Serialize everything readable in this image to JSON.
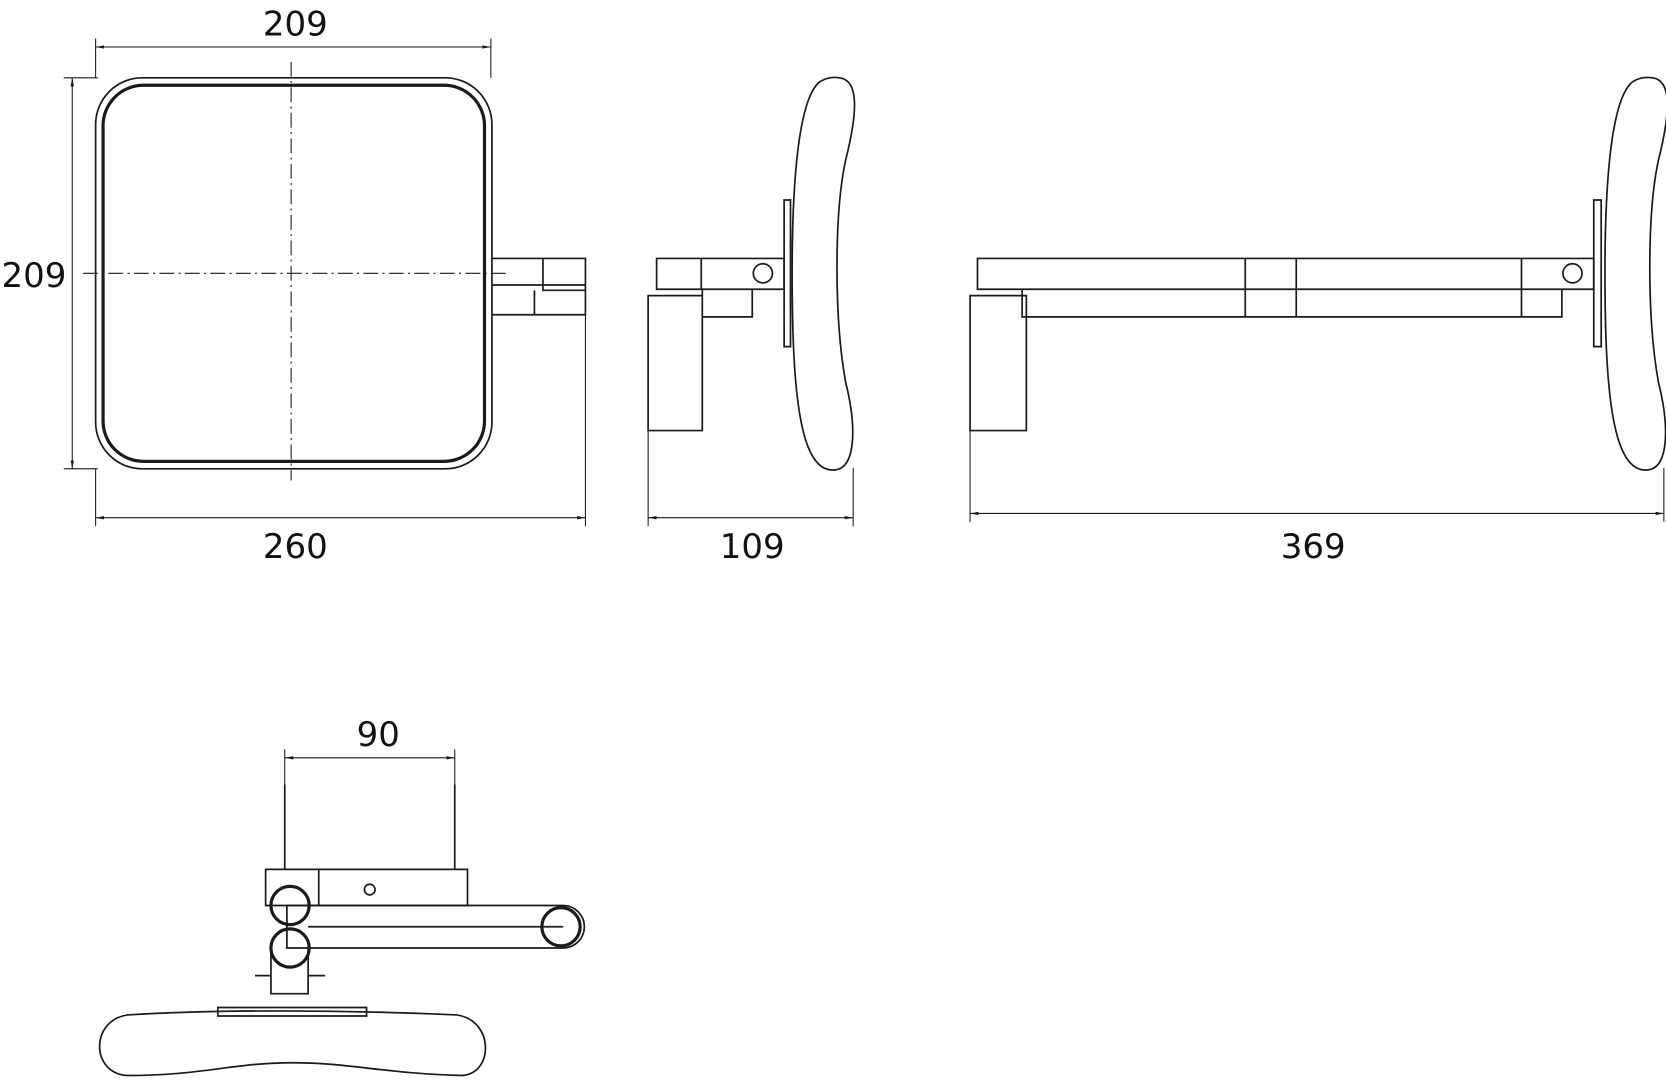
{
  "dimensions": {
    "front_width_top": "209",
    "front_height": "209",
    "front_total_width": "260",
    "side_depth": "109",
    "extended_length": "369",
    "screw_spacing": "90"
  }
}
